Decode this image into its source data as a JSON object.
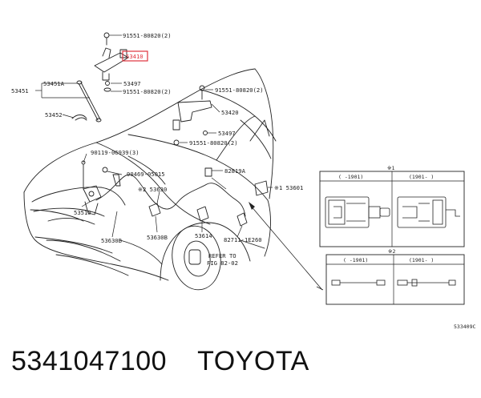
{
  "callouts": {
    "c91551_top": "91551-80820(2)",
    "c53410": "53410",
    "c53451a": "53451A",
    "c53451": "53451",
    "c53497_a": "53497",
    "c91551_mid": "91551-80820(2)",
    "c53452": "53452",
    "c91551_r1": "91551-80820(2)",
    "c53420": "53420",
    "c53497_b": "53497",
    "c91551_r2": "91551-80820(2)",
    "c90119": "90119-06939(3)",
    "c90469": "90469-05015",
    "c82819a": "82819A",
    "c53630": "※2 53630",
    "c53601": "※1 53601",
    "c53510": "53510",
    "c53630b_l": "53630B",
    "c53630b_m": "53630B",
    "c53614": "53614",
    "c82711": "82711-1E260",
    "refer1": "REFER TO",
    "refer2": "FIG 82-02"
  },
  "inset1": {
    "mark": "※1",
    "left_label": "(    -1901)",
    "right_label": "(1901-    )"
  },
  "inset2": {
    "mark": "※2",
    "left_label": "(    -1901)",
    "right_label": "(1901-    )"
  },
  "diagram_code": "533409C",
  "footer": {
    "part_number": "5341047100",
    "brand": "TOYOTA"
  },
  "accent_color": "#e0323c"
}
